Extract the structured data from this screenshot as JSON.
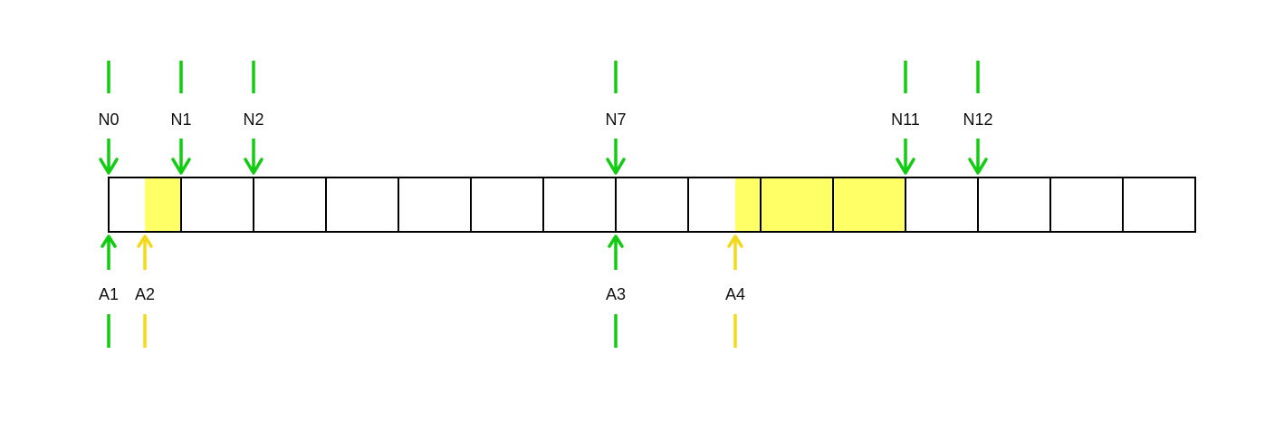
{
  "colors": {
    "background": "#ffffff",
    "cell_border": "#000000",
    "highlight_fill": "#ffff66",
    "top_marker": "#11cc11",
    "bottom_marker_green": "#11cc11",
    "bottom_marker_yellow": "#f2d91a"
  },
  "strip": {
    "cell_count": 15,
    "highlight_ranges": [
      {
        "from_cell": 0.5,
        "to_cell": 1
      },
      {
        "from_cell": 8.65,
        "to_cell": 11
      }
    ]
  },
  "top_markers": [
    {
      "label": "N0",
      "cell_index": 0,
      "color": "green"
    },
    {
      "label": "N1",
      "cell_index": 1,
      "color": "green"
    },
    {
      "label": "N2",
      "cell_index": 2,
      "color": "green"
    },
    {
      "label": "N7",
      "cell_index": 7,
      "color": "green"
    },
    {
      "label": "N11",
      "cell_index": 11,
      "color": "green"
    },
    {
      "label": "N12",
      "cell_index": 12,
      "color": "green"
    }
  ],
  "bottom_markers": [
    {
      "label": "A1",
      "cell_index": 0,
      "color": "green"
    },
    {
      "label": "A2",
      "cell_index": 0.5,
      "color": "yellow"
    },
    {
      "label": "A3",
      "cell_index": 7,
      "color": "green"
    },
    {
      "label": "A4",
      "cell_index": 8.65,
      "color": "yellow"
    }
  ]
}
